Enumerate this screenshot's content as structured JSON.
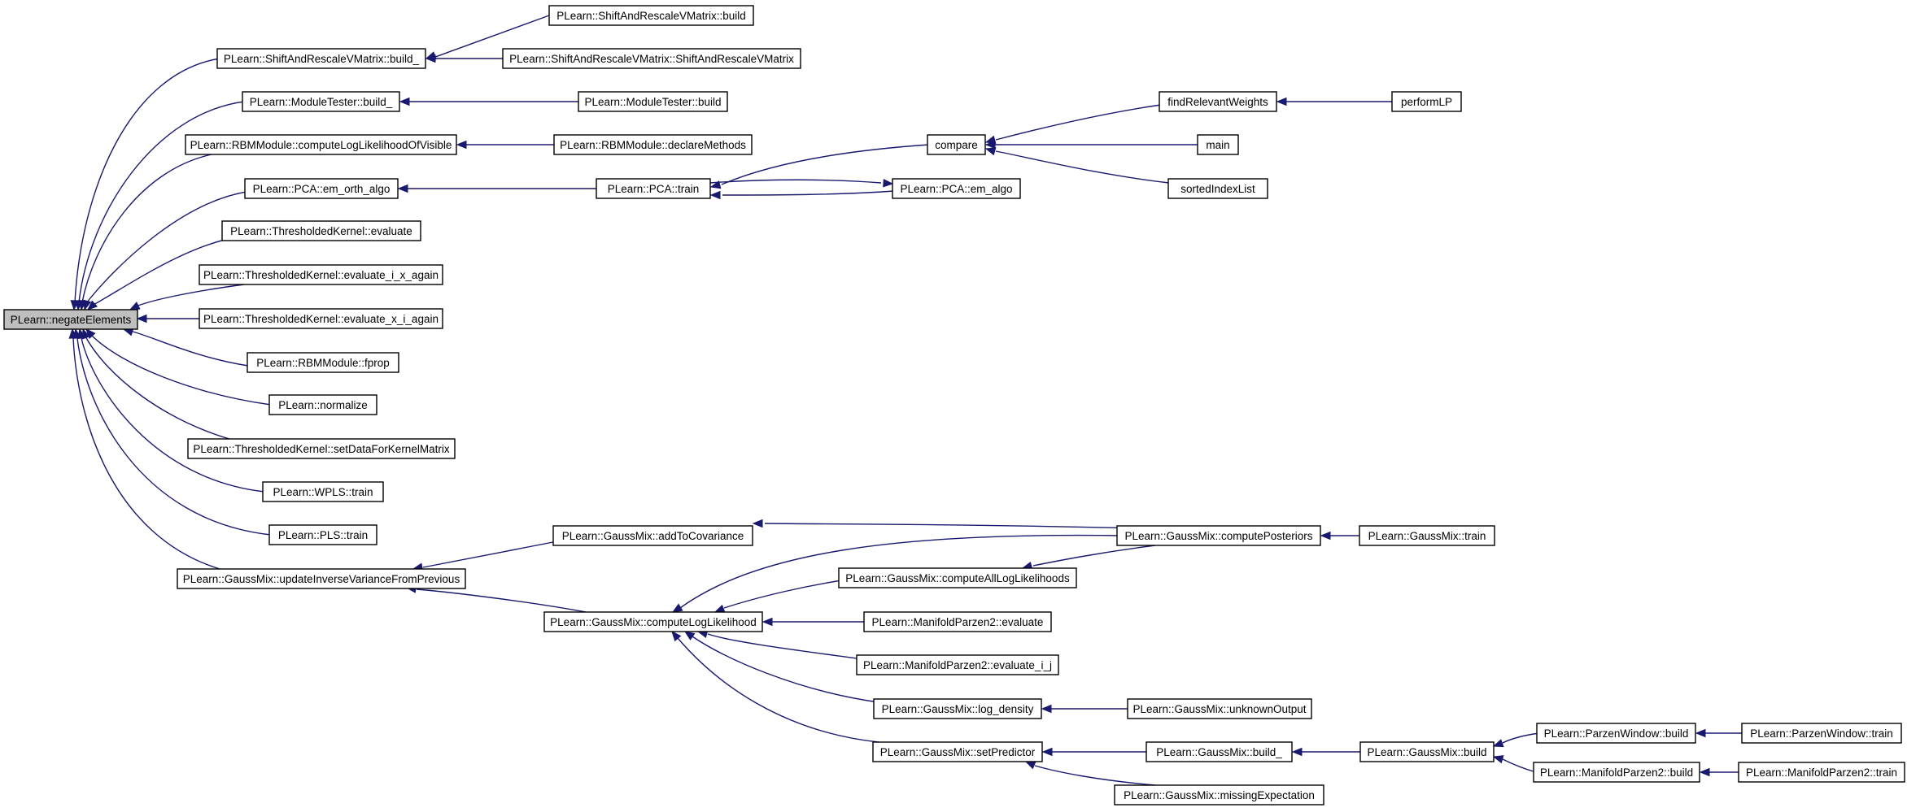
{
  "graph": {
    "nodes": [
      {
        "id": "negateElements",
        "label": "PLearn::negateElements",
        "root": true
      },
      {
        "id": "sarv_build_",
        "label": "PLearn::ShiftAndRescaleVMatrix::build_"
      },
      {
        "id": "sarv_build",
        "label": "PLearn::ShiftAndRescaleVMatrix::build"
      },
      {
        "id": "sarv_ctor",
        "label": "PLearn::ShiftAndRescaleVMatrix::ShiftAndRescaleVMatrix"
      },
      {
        "id": "mt_build_",
        "label": "PLearn::ModuleTester::build_"
      },
      {
        "id": "mt_build",
        "label": "PLearn::ModuleTester::build"
      },
      {
        "id": "rbm_cllv",
        "label": "PLearn::RBMModule::computeLogLikelihoodOfVisible"
      },
      {
        "id": "rbm_declare",
        "label": "PLearn::RBMModule::declareMethods"
      },
      {
        "id": "pca_emortho",
        "label": "PLearn::PCA::em_orth_algo"
      },
      {
        "id": "pca_train",
        "label": "PLearn::PCA::train"
      },
      {
        "id": "pca_em",
        "label": "PLearn::PCA::em_algo"
      },
      {
        "id": "compare",
        "label": "compare"
      },
      {
        "id": "findRel",
        "label": "findRelevantWeights"
      },
      {
        "id": "performLP",
        "label": "performLP"
      },
      {
        "id": "main",
        "label": "main"
      },
      {
        "id": "sortedIdx",
        "label": "sortedIndexList"
      },
      {
        "id": "tk_eval",
        "label": "PLearn::ThresholdedKernel::evaluate"
      },
      {
        "id": "tk_eval_ix",
        "label": "PLearn::ThresholdedKernel::evaluate_i_x_again"
      },
      {
        "id": "tk_eval_xi",
        "label": "PLearn::ThresholdedKernel::evaluate_x_i_again"
      },
      {
        "id": "rbm_fprop",
        "label": "PLearn::RBMModule::fprop"
      },
      {
        "id": "normalize",
        "label": "PLearn::normalize"
      },
      {
        "id": "tk_setdata",
        "label": "PLearn::ThresholdedKernel::setDataForKernelMatrix"
      },
      {
        "id": "wpls_train",
        "label": "PLearn::WPLS::train"
      },
      {
        "id": "pls_train",
        "label": "PLearn::PLS::train"
      },
      {
        "id": "gm_uivfp",
        "label": "PLearn::GaussMix::updateInverseVarianceFromPrevious"
      },
      {
        "id": "gm_addcov",
        "label": "PLearn::GaussMix::addToCovariance"
      },
      {
        "id": "gm_comppost",
        "label": "PLearn::GaussMix::computePosteriors"
      },
      {
        "id": "gm_train",
        "label": "PLearn::GaussMix::train"
      },
      {
        "id": "gm_cll",
        "label": "PLearn::GaussMix::computeLogLikelihood"
      },
      {
        "id": "gm_call",
        "label": "PLearn::GaussMix::computeAllLogLikelihoods"
      },
      {
        "id": "mp2_eval",
        "label": "PLearn::ManifoldParzen2::evaluate"
      },
      {
        "id": "mp2_eval_ij",
        "label": "PLearn::ManifoldParzen2::evaluate_i_j"
      },
      {
        "id": "gm_logdens",
        "label": "PLearn::GaussMix::log_density"
      },
      {
        "id": "gm_unknown",
        "label": "PLearn::GaussMix::unknownOutput"
      },
      {
        "id": "gm_setpred",
        "label": "PLearn::GaussMix::setPredictor"
      },
      {
        "id": "gm_build_",
        "label": "PLearn::GaussMix::build_"
      },
      {
        "id": "gm_build",
        "label": "PLearn::GaussMix::build"
      },
      {
        "id": "pw_build",
        "label": "PLearn::ParzenWindow::build"
      },
      {
        "id": "pw_train",
        "label": "PLearn::ParzenWindow::train"
      },
      {
        "id": "mp2_build",
        "label": "PLearn::ManifoldParzen2::build"
      },
      {
        "id": "mp2_train",
        "label": "PLearn::ManifoldParzen2::train"
      },
      {
        "id": "gm_missexp",
        "label": "PLearn::GaussMix::missingExpectation"
      }
    ],
    "edges": [
      {
        "from": "sarv_build_",
        "to": "negateElements"
      },
      {
        "from": "mt_build_",
        "to": "negateElements"
      },
      {
        "from": "rbm_cllv",
        "to": "negateElements"
      },
      {
        "from": "pca_emortho",
        "to": "negateElements"
      },
      {
        "from": "tk_eval",
        "to": "negateElements"
      },
      {
        "from": "tk_eval_ix",
        "to": "negateElements"
      },
      {
        "from": "tk_eval_xi",
        "to": "negateElements"
      },
      {
        "from": "rbm_fprop",
        "to": "negateElements"
      },
      {
        "from": "normalize",
        "to": "negateElements"
      },
      {
        "from": "tk_setdata",
        "to": "negateElements"
      },
      {
        "from": "wpls_train",
        "to": "negateElements"
      },
      {
        "from": "pls_train",
        "to": "negateElements"
      },
      {
        "from": "gm_uivfp",
        "to": "negateElements"
      },
      {
        "from": "sarv_build",
        "to": "sarv_build_"
      },
      {
        "from": "sarv_ctor",
        "to": "sarv_build_"
      },
      {
        "from": "mt_build",
        "to": "mt_build_"
      },
      {
        "from": "rbm_declare",
        "to": "rbm_cllv"
      },
      {
        "from": "pca_train",
        "to": "pca_emortho"
      },
      {
        "from": "compare",
        "to": "pca_train"
      },
      {
        "from": "pca_em",
        "to": "pca_train"
      },
      {
        "from": "pca_train",
        "to": "pca_em"
      },
      {
        "from": "findRel",
        "to": "compare"
      },
      {
        "from": "main",
        "to": "compare"
      },
      {
        "from": "sortedIdx",
        "to": "compare"
      },
      {
        "from": "performLP",
        "to": "findRel"
      },
      {
        "from": "gm_addcov",
        "to": "gm_uivfp"
      },
      {
        "from": "gm_cll",
        "to": "gm_uivfp"
      },
      {
        "from": "gm_comppost",
        "to": "gm_addcov"
      },
      {
        "from": "gm_train",
        "to": "gm_comppost"
      },
      {
        "from": "gm_comppost",
        "to": "gm_cll"
      },
      {
        "from": "gm_call",
        "to": "gm_cll"
      },
      {
        "from": "mp2_eval",
        "to": "gm_cll"
      },
      {
        "from": "mp2_eval_ij",
        "to": "gm_cll"
      },
      {
        "from": "gm_logdens",
        "to": "gm_cll"
      },
      {
        "from": "gm_setpred",
        "to": "gm_cll"
      },
      {
        "from": "gm_comppost",
        "to": "gm_call"
      },
      {
        "from": "gm_unknown",
        "to": "gm_logdens"
      },
      {
        "from": "gm_build_",
        "to": "gm_setpred"
      },
      {
        "from": "gm_missexp",
        "to": "gm_setpred"
      },
      {
        "from": "gm_build",
        "to": "gm_build_"
      },
      {
        "from": "pw_build",
        "to": "gm_build"
      },
      {
        "from": "mp2_build",
        "to": "gm_build"
      },
      {
        "from": "pw_train",
        "to": "pw_build"
      },
      {
        "from": "mp2_train",
        "to": "mp2_build"
      }
    ],
    "colors": {
      "edge": "#191970",
      "node_border": "#000000",
      "node_fill": "#ffffff",
      "root_fill": "#bfbfbf",
      "background": "#ffffff"
    }
  }
}
